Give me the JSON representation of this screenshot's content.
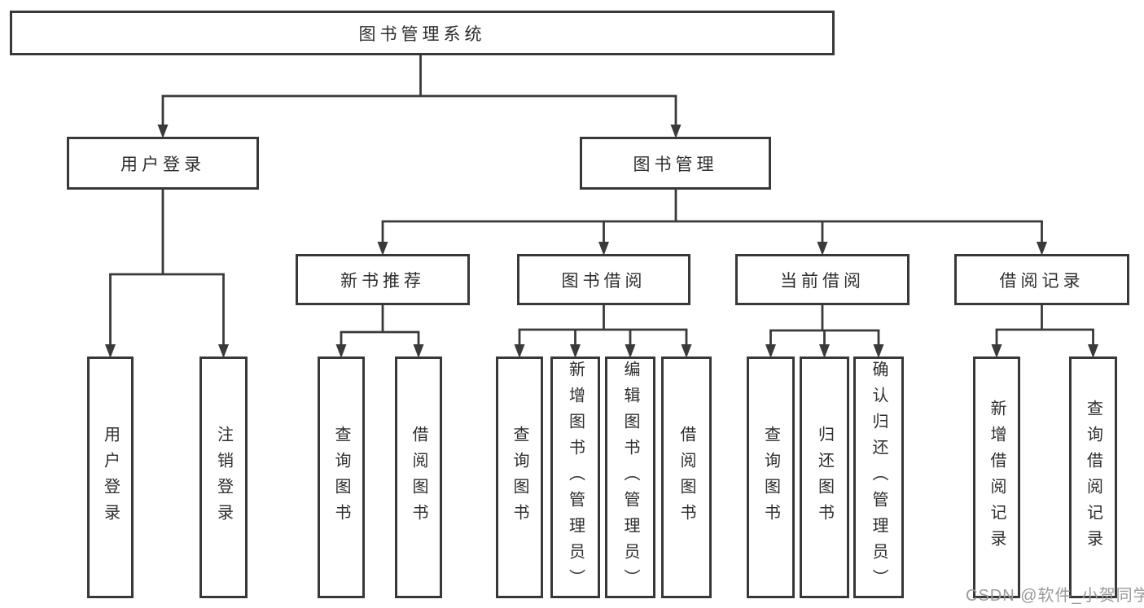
{
  "diagram": {
    "type": "hierarchy-tree",
    "root": {
      "key": "library-management-system",
      "label": "图书管理系统"
    },
    "level2": [
      {
        "key": "user-login",
        "label": "用户登录",
        "parent": "图书管理系统"
      },
      {
        "key": "book-management",
        "label": "图书管理",
        "parent": "图书管理系统"
      }
    ],
    "level3": [
      {
        "key": "new-book-recommend",
        "label": "新书推荐",
        "parent": "图书管理"
      },
      {
        "key": "book-borrowing",
        "label": "图书借阅",
        "parent": "图书管理"
      },
      {
        "key": "current-borrowing",
        "label": "当前借阅",
        "parent": "图书管理"
      },
      {
        "key": "borrowing-records",
        "label": "借阅记录",
        "parent": "图书管理"
      }
    ],
    "leaves": [
      {
        "key": "leaf-user-login",
        "label": "用户登录",
        "parent": "用户登录"
      },
      {
        "key": "leaf-logout",
        "label": "注销登录",
        "parent": "用户登录"
      },
      {
        "key": "leaf-query-books-recommend",
        "label": "查询图书",
        "parent": "新书推荐"
      },
      {
        "key": "leaf-borrow-books-recommend",
        "label": "借阅图书",
        "parent": "新书推荐"
      },
      {
        "key": "leaf-query-books-borrow",
        "label": "查询图书",
        "parent": "图书借阅"
      },
      {
        "key": "leaf-add-books-admin",
        "label": "新增图书（管理员）",
        "parent": "图书借阅"
      },
      {
        "key": "leaf-edit-books-admin",
        "label": "编辑图书（管理员）",
        "parent": "图书借阅"
      },
      {
        "key": "leaf-borrow-books",
        "label": "借阅图书",
        "parent": "图书借阅"
      },
      {
        "key": "leaf-query-books-current",
        "label": "查询图书",
        "parent": "当前借阅"
      },
      {
        "key": "leaf-return-books",
        "label": "归还图书",
        "parent": "当前借阅"
      },
      {
        "key": "leaf-confirm-return-admin",
        "label": "确认归还（管理员）",
        "parent": "当前借阅"
      },
      {
        "key": "leaf-add-borrow-record",
        "label": "新增借阅记录",
        "parent": "借阅记录"
      },
      {
        "key": "leaf-query-borrow-record",
        "label": "查询借阅记录",
        "parent": "借阅记录"
      }
    ],
    "colors": {
      "line": "#3a3a3a",
      "box_border": "#383838",
      "box_fill": "#ffffff",
      "text": "#2e2e2e",
      "background": "#ffffff"
    }
  },
  "watermark": {
    "text": "CSDN @软件_小贺同学",
    "color": "#9a9a9a"
  }
}
